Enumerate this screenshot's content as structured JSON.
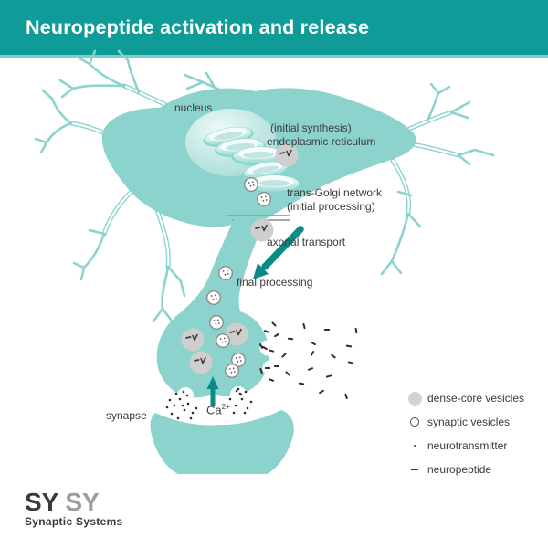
{
  "header": {
    "title": "Neuropeptide activation and release"
  },
  "labels": {
    "nucleus": "nucleus",
    "initial_synthesis": "(initial synthesis)",
    "endoplasmic_reticulum": "endoplasmic reticulum",
    "trans_golgi": "trans-Golgi network",
    "initial_processing": "(initial processing)",
    "axonal_transport": "axonal transport",
    "final_processing": "final processing",
    "synapse": "synapse",
    "calcium": "Ca",
    "calcium_sup": "2+"
  },
  "legend": {
    "items": [
      {
        "icon": "dense-core-vesicle-icon",
        "label": "dense-core vesicles"
      },
      {
        "icon": "synaptic-vesicle-icon",
        "label": "synaptic vesicles"
      },
      {
        "icon": "neurotransmitter-icon",
        "label": "neurotransmitter"
      },
      {
        "icon": "neuropeptide-icon",
        "label": "neuropeptide"
      }
    ]
  },
  "logo": {
    "part1": "SY",
    "part2": "SY",
    "subtitle": "Synaptic Systems"
  },
  "colors": {
    "header_teal": "#0f9b98",
    "header_border": "#7fcdca",
    "cell_teal": "#8dd3cd",
    "arrow_teal": "#0b8a88",
    "dense_core_gray": "#cecece",
    "text": "#3b3b3a"
  }
}
